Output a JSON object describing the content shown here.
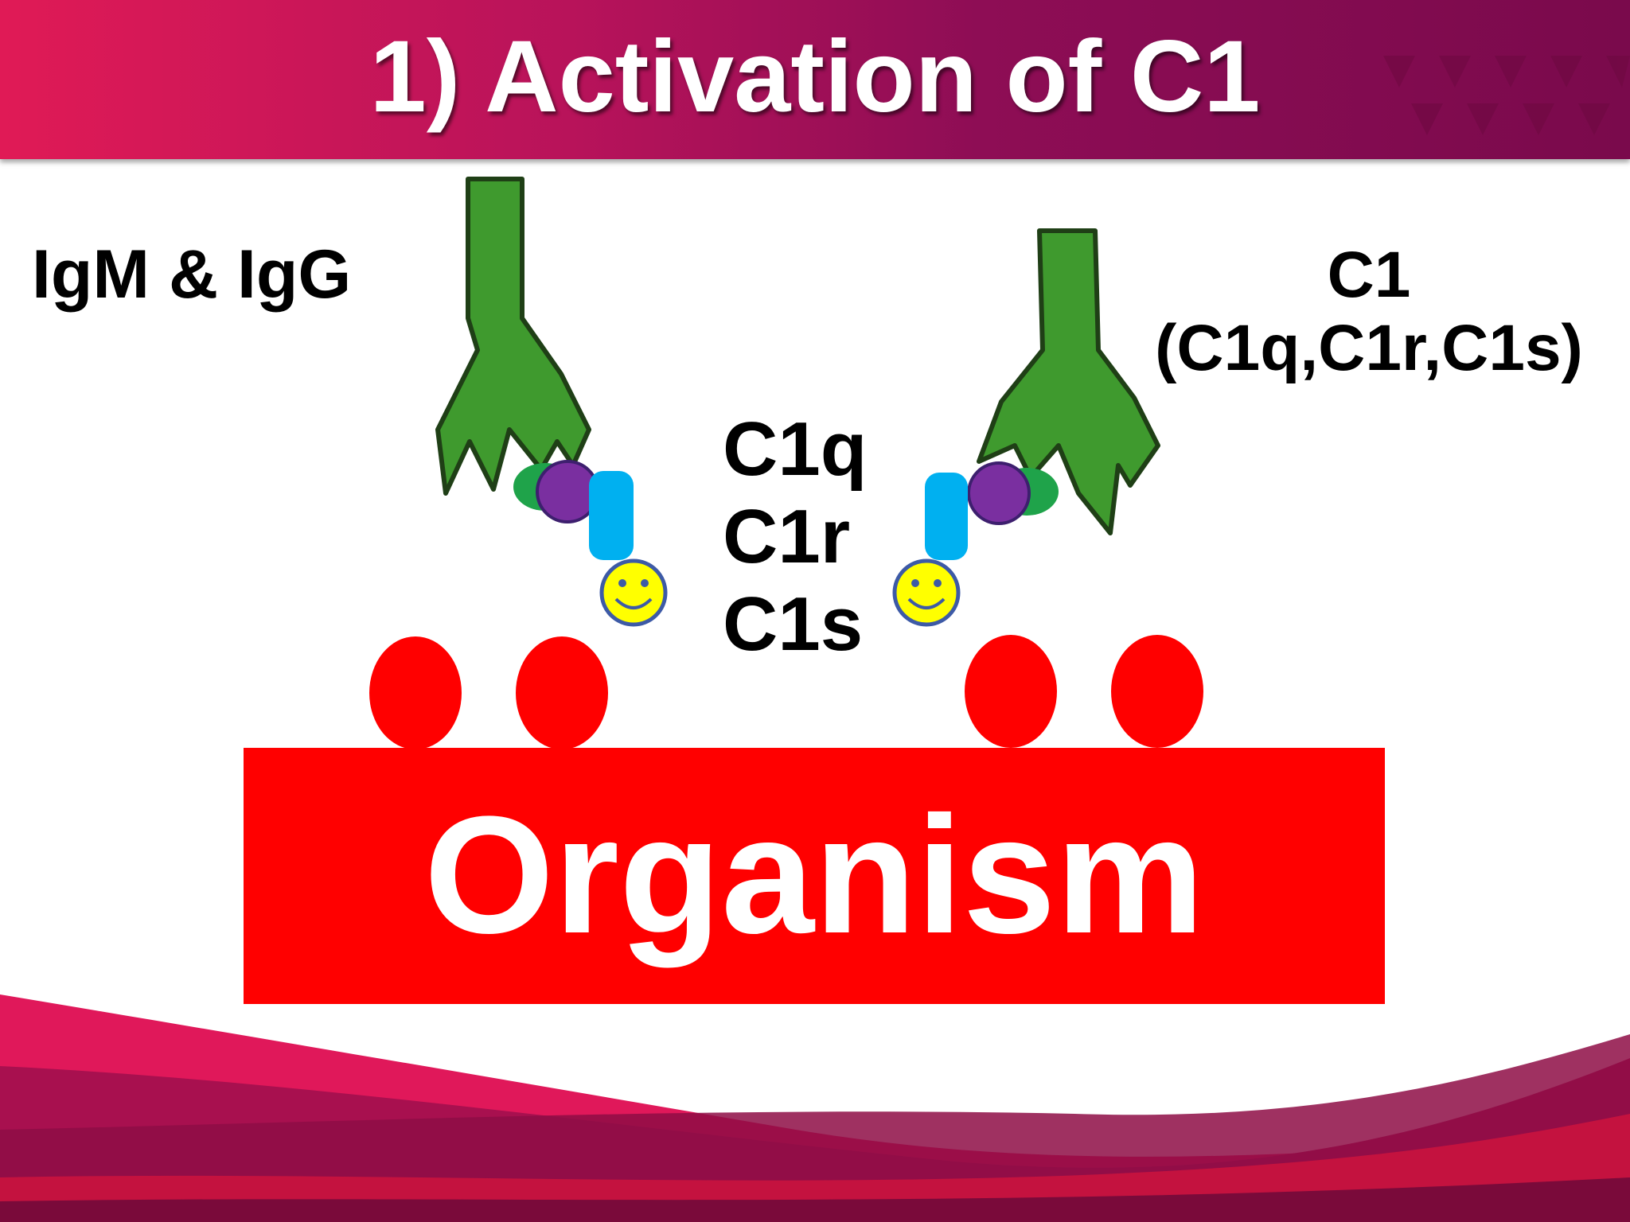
{
  "slide": {
    "title": "1) Activation of C1"
  },
  "labels": {
    "antibodies": "IgM & IgG",
    "c1_heading": "C1",
    "c1_components": "(C1q,C1r,C1s)",
    "subunits": [
      "C1q",
      "C1r",
      "C1s"
    ],
    "organism": "Organism"
  },
  "colors": {
    "title_bar": "#a0105a",
    "antibody": "#3f9a2e",
    "c1q_green": "#1fa34a",
    "c1q_purple": "#7a2fa0",
    "c1r_blue": "#00b0f0",
    "c1s_yellow": "#ffff00",
    "organism": "#ff0000",
    "antigen": "#ff0000"
  },
  "icons": {
    "antibody": "y-shaped-antibody-icon",
    "c1s": "smiley-face-icon"
  }
}
